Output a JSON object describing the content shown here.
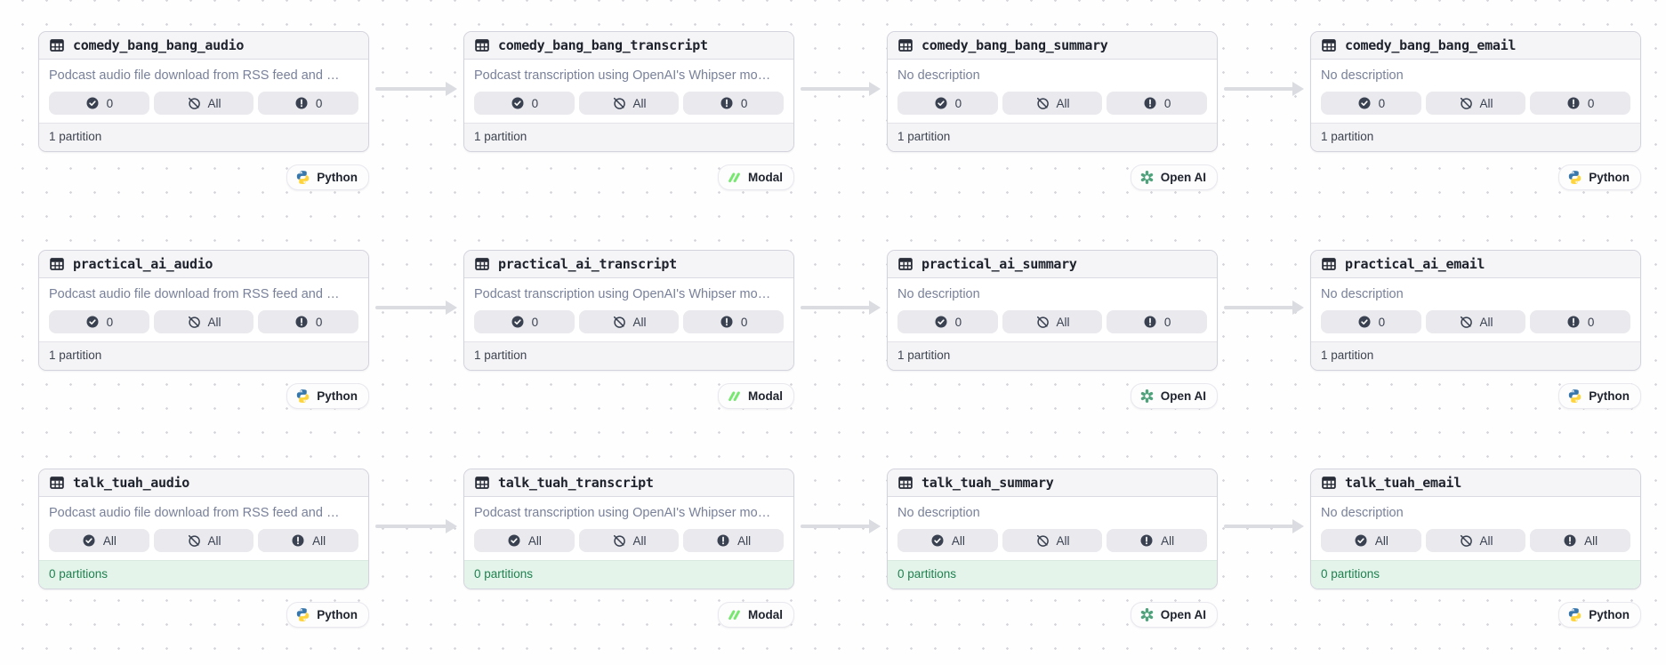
{
  "colors": {
    "partition_ok_green": "#1F8150",
    "badge_bg": "#E9E9EE",
    "arrow_gray": "#DADCE2",
    "python_blue": "#3776AB",
    "python_yellow": "#FFD43B",
    "modal_green": "#77E86F",
    "openai_green": "#4FA27B"
  },
  "graph": {
    "rows": [
      {
        "assets": [
          {
            "title": "comedy_bang_bang_audio",
            "description": "Podcast audio file download from RSS feed and …",
            "check": "0",
            "slash": "All",
            "alert": "0",
            "partitions": "1 partition",
            "partitions_state": "nonzero",
            "tag": {
              "label": "Python",
              "kind": "python"
            }
          },
          {
            "title": "comedy_bang_bang_transcript",
            "description": "Podcast transcription using OpenAI's Whipser mo…",
            "check": "0",
            "slash": "All",
            "alert": "0",
            "partitions": "1 partition",
            "partitions_state": "nonzero",
            "tag": {
              "label": "Modal",
              "kind": "modal"
            }
          },
          {
            "title": "comedy_bang_bang_summary",
            "description": "No description",
            "check": "0",
            "slash": "All",
            "alert": "0",
            "partitions": "1 partition",
            "partitions_state": "nonzero",
            "tag": {
              "label": "Open AI",
              "kind": "openai"
            }
          },
          {
            "title": "comedy_bang_bang_email",
            "description": "No description",
            "check": "0",
            "slash": "All",
            "alert": "0",
            "partitions": "1 partition",
            "partitions_state": "nonzero",
            "tag": {
              "label": "Python",
              "kind": "python"
            }
          }
        ]
      },
      {
        "assets": [
          {
            "title": "practical_ai_audio",
            "description": "Podcast audio file download from RSS feed and …",
            "check": "0",
            "slash": "All",
            "alert": "0",
            "partitions": "1 partition",
            "partitions_state": "nonzero",
            "tag": {
              "label": "Python",
              "kind": "python"
            }
          },
          {
            "title": "practical_ai_transcript",
            "description": "Podcast transcription using OpenAI's Whipser mo…",
            "check": "0",
            "slash": "All",
            "alert": "0",
            "partitions": "1 partition",
            "partitions_state": "nonzero",
            "tag": {
              "label": "Modal",
              "kind": "modal"
            }
          },
          {
            "title": "practical_ai_summary",
            "description": "No description",
            "check": "0",
            "slash": "All",
            "alert": "0",
            "partitions": "1 partition",
            "partitions_state": "nonzero",
            "tag": {
              "label": "Open AI",
              "kind": "openai"
            }
          },
          {
            "title": "practical_ai_email",
            "description": "No description",
            "check": "0",
            "slash": "All",
            "alert": "0",
            "partitions": "1 partition",
            "partitions_state": "nonzero",
            "tag": {
              "label": "Python",
              "kind": "python"
            }
          }
        ]
      },
      {
        "assets": [
          {
            "title": "talk_tuah_audio",
            "description": "Podcast audio file download from RSS feed and …",
            "check": "All",
            "slash": "All",
            "alert": "All",
            "partitions": "0 partitions",
            "partitions_state": "zero",
            "tag": {
              "label": "Python",
              "kind": "python"
            }
          },
          {
            "title": "talk_tuah_transcript",
            "description": "Podcast transcription using OpenAI's Whipser mo…",
            "check": "All",
            "slash": "All",
            "alert": "All",
            "partitions": "0 partitions",
            "partitions_state": "zero",
            "tag": {
              "label": "Modal",
              "kind": "modal"
            }
          },
          {
            "title": "talk_tuah_summary",
            "description": "No description",
            "check": "All",
            "slash": "All",
            "alert": "All",
            "partitions": "0 partitions",
            "partitions_state": "zero",
            "tag": {
              "label": "Open AI",
              "kind": "openai"
            }
          },
          {
            "title": "talk_tuah_email",
            "description": "No description",
            "check": "All",
            "slash": "All",
            "alert": "All",
            "partitions": "0 partitions",
            "partitions_state": "zero",
            "tag": {
              "label": "Python",
              "kind": "python"
            }
          }
        ]
      }
    ]
  }
}
